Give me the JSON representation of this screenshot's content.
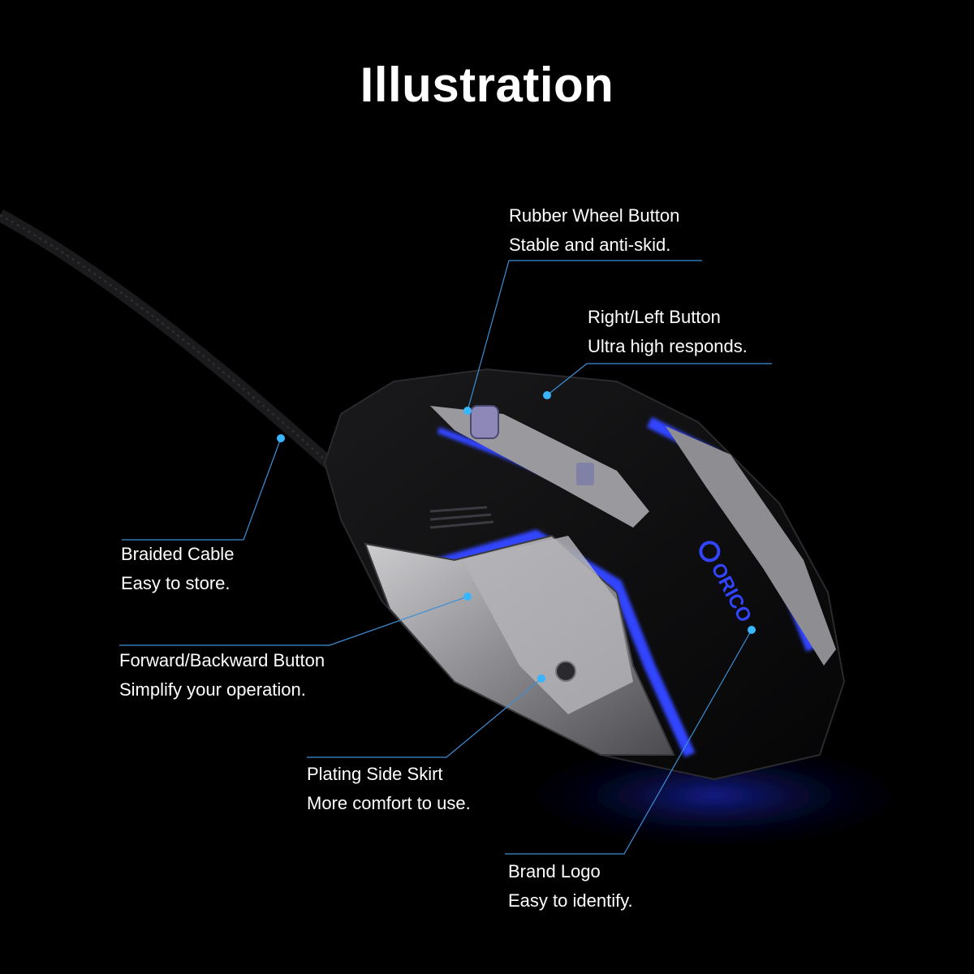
{
  "page": {
    "title": "Illustration"
  },
  "colors": {
    "background": "#000000",
    "text": "#ffffff",
    "callout_line": "#3d8fd6",
    "callout_dot": "#38b6ff",
    "led": "#3344ff"
  },
  "brand": {
    "logo_text": "ORICO"
  },
  "callouts": [
    {
      "id": "wheel",
      "title": "Rubber Wheel Button",
      "desc": "Stable and anti-skid."
    },
    {
      "id": "rl",
      "title": "Right/Left Button",
      "desc": "Ultra high responds."
    },
    {
      "id": "cable",
      "title": "Braided Cable",
      "desc": "Easy to store."
    },
    {
      "id": "fb",
      "title": "Forward/Backward Button",
      "desc": "Simplify your operation."
    },
    {
      "id": "skirt",
      "title": "Plating Side Skirt",
      "desc": "More comfort to use."
    },
    {
      "id": "logo",
      "title": "Brand Logo",
      "desc": "Easy to identify."
    }
  ]
}
